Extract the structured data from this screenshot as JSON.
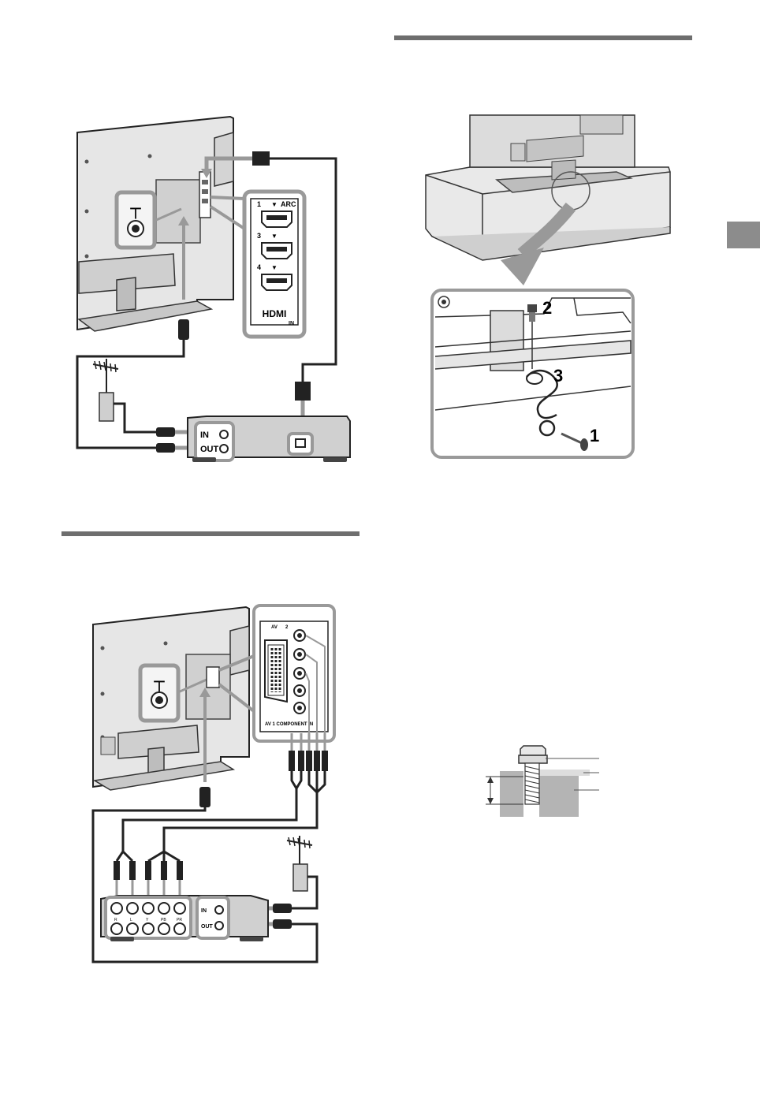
{
  "figure1": {
    "hdmi_ports": [
      {
        "number": "1",
        "tag": "ARC"
      },
      {
        "number": "3",
        "tag": ""
      },
      {
        "number": "4",
        "tag": ""
      }
    ],
    "hdmi_logo": "HDMI",
    "hdmi_in": "IN",
    "recorder_in": "IN",
    "recorder_out": "OUT"
  },
  "figure2": {
    "callouts": [
      "1",
      "2",
      "3"
    ]
  },
  "figure3": {
    "panel_av": "AV",
    "panel_av_num": "2",
    "panel_bottom": "AV 1 COMPONENT IN",
    "recorder_in": "IN",
    "recorder_out": "OUT",
    "recorder_jacks": [
      "R",
      "L",
      "Y",
      "PB",
      "PR"
    ]
  },
  "colors": {
    "rule": "#6e6e6e",
    "tab": "#8c8c8c",
    "panel_border": "#9a9a9a"
  }
}
